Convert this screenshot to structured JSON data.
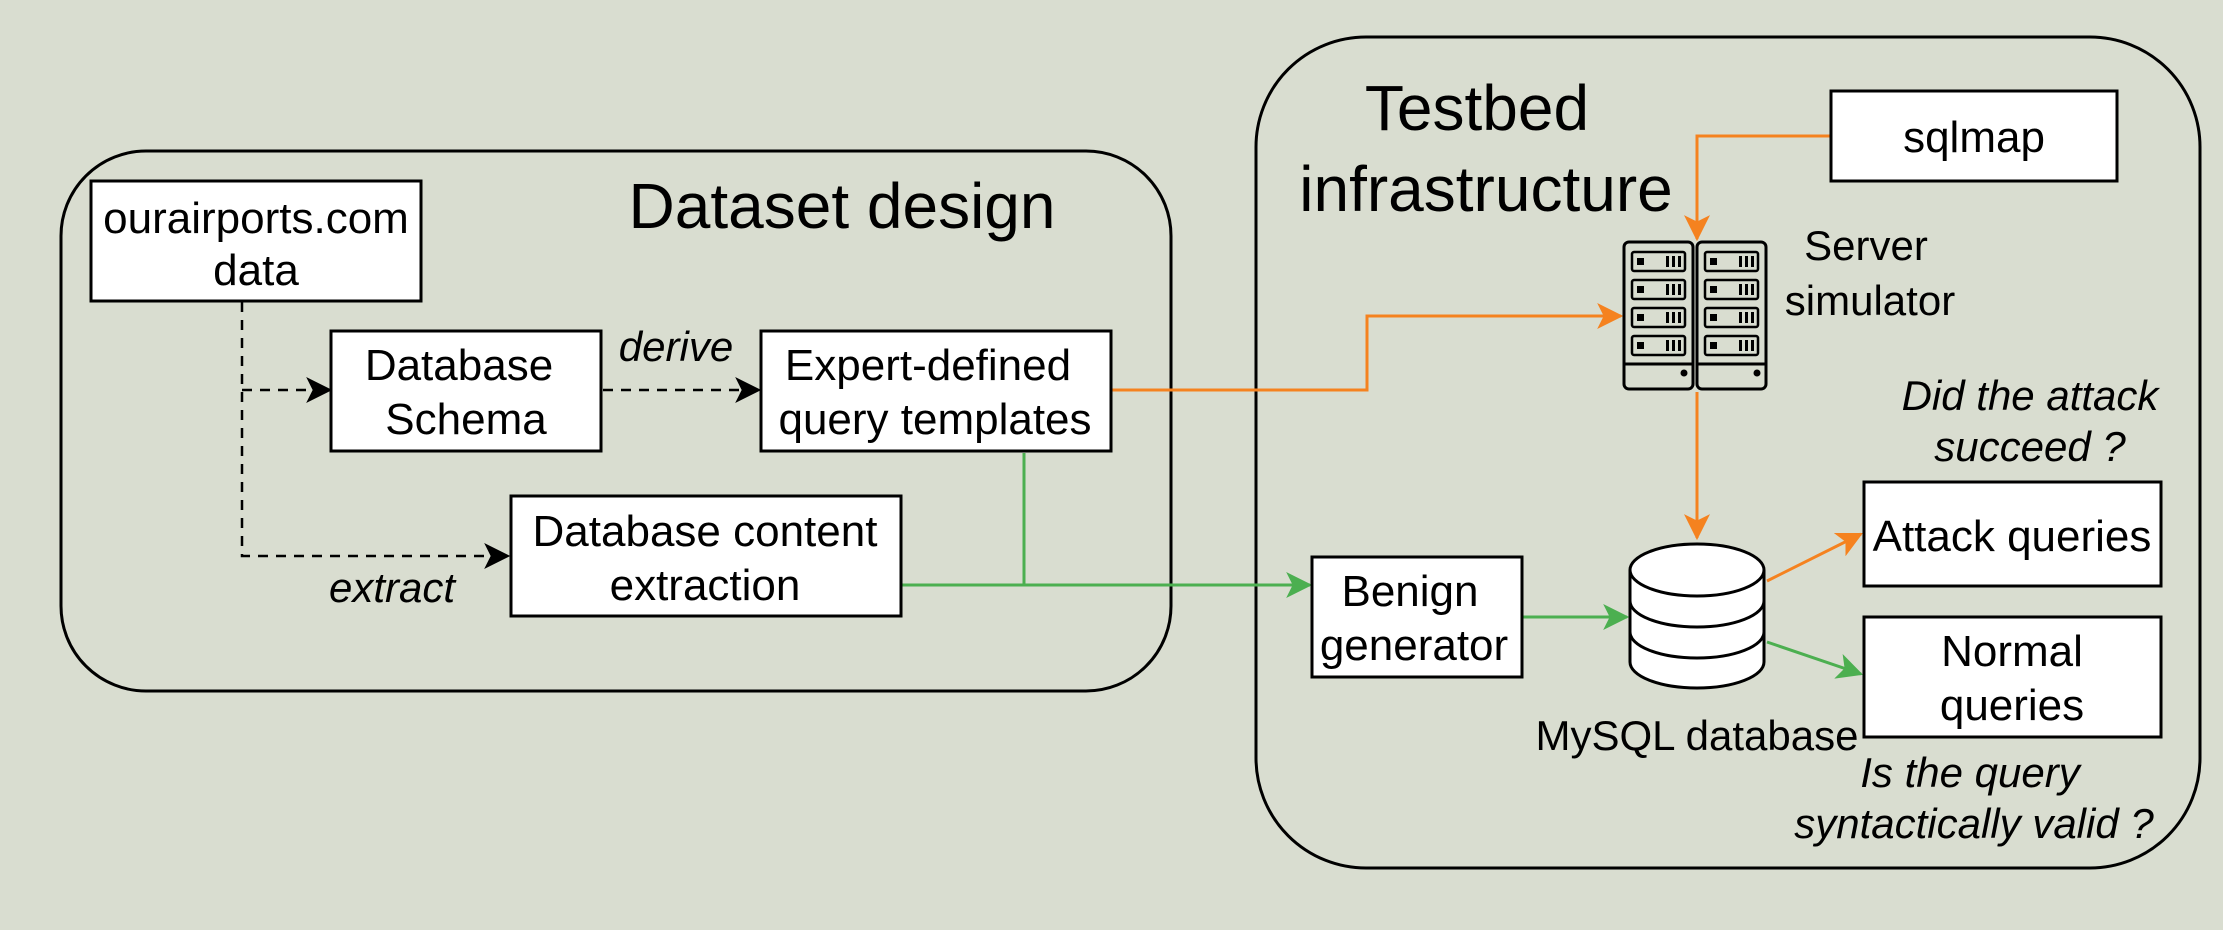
{
  "dataset_design": {
    "title": "Dataset design",
    "source_box": [
      "ourairports.com",
      "data"
    ],
    "schema_box": [
      "Database",
      "Schema"
    ],
    "templates_box": [
      "Expert-defined",
      "query templates"
    ],
    "content_box": [
      "Database content",
      "extraction"
    ],
    "derive_label": "derive",
    "extract_label": "extract"
  },
  "testbed": {
    "title": [
      "Testbed",
      "infrastructure"
    ],
    "sqlmap_box": "sqlmap",
    "server_label": [
      "Server",
      "simulator"
    ],
    "benign_box": [
      "Benign",
      "generator"
    ],
    "database_label": "MySQL database",
    "attack_box": "Attack queries",
    "normal_box": [
      "Normal",
      "queries"
    ],
    "attack_question": [
      "Did the attack",
      "succeed ?"
    ],
    "normal_question": [
      "Is the query",
      "syntactically valid ?"
    ]
  },
  "colors": {
    "background": "#d9ddd0",
    "attack_flow": "#f5821f",
    "benign_flow": "#4caf50"
  },
  "icons": [
    "server-rack-icon",
    "database-cylinder-icon"
  ]
}
